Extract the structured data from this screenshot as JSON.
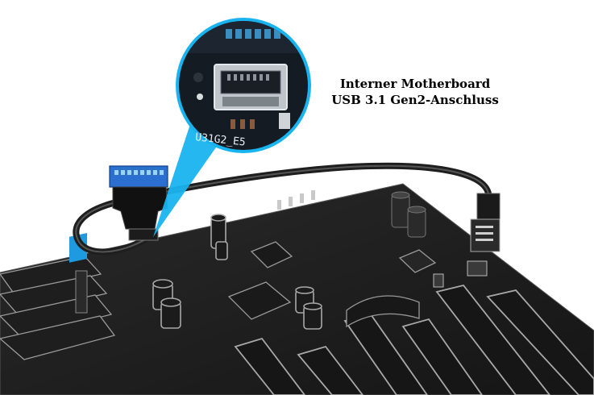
{
  "caption": {
    "line1": "Interner Motherboard",
    "line2": "USB 3.1 Gen2-Anschluss"
  },
  "zoom": {
    "header_label": "U31G2_E5"
  },
  "colors": {
    "board": "#1f1f1f",
    "board_line": "#8a8a8a",
    "accent_blue": "#1e9be0",
    "callout_cyan": "#19b4ef",
    "cable": "#2b2b2b",
    "pcb_zoom": "#151b22"
  }
}
